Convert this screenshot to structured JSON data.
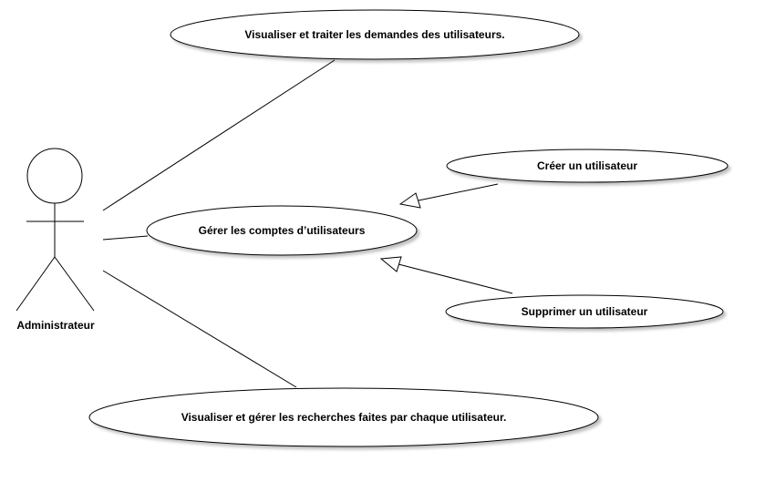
{
  "actor": {
    "name": "Administrateur"
  },
  "use_cases": {
    "view_requests": "Visualiser et traiter les demandes des utilisateurs.",
    "manage_accounts": "Gérer les comptes d’utilisateurs",
    "create_user": "Créer un utilisateur",
    "delete_user": "Supprimer un utilisateur",
    "view_searches": "Visualiser et gérer les recherches faites par chaque utilisateur."
  },
  "colors": {
    "stroke": "#000000",
    "fill": "#ffffff",
    "shadow": "#d9d9d9"
  }
}
